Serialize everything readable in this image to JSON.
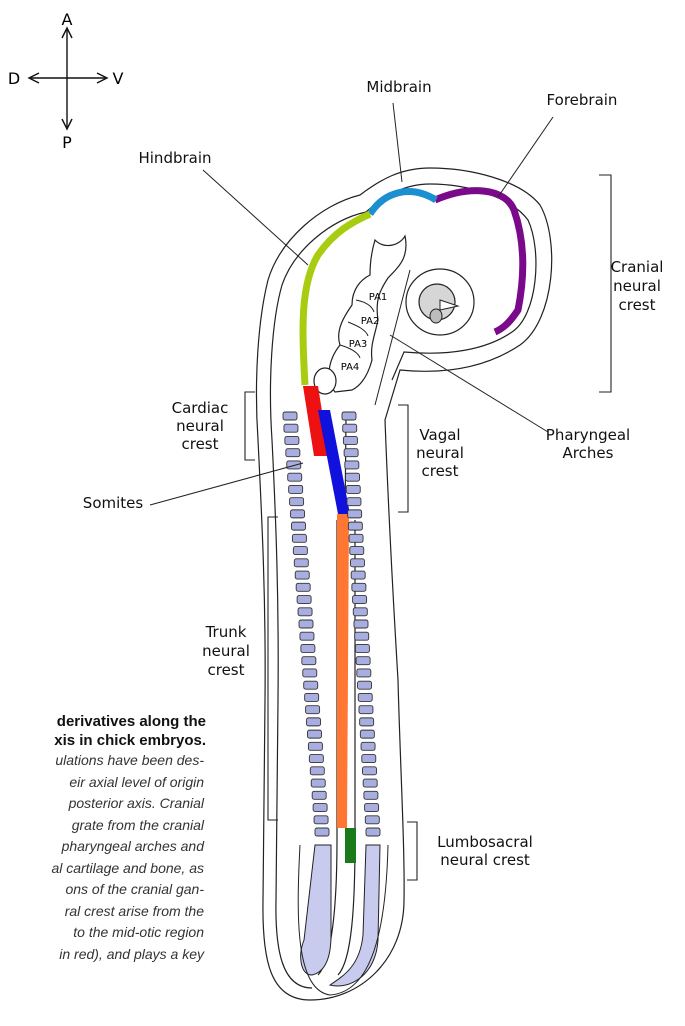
{
  "axes": {
    "anterior": "A",
    "posterior": "P",
    "dorsal": "D",
    "ventral": "V"
  },
  "labels": {
    "midbrain": "Midbrain",
    "forebrain": "Forebrain",
    "hindbrain": "Hindbrain",
    "cranial": [
      "Cranial",
      "neural",
      "crest"
    ],
    "cardiac": [
      "Cardiac",
      "neural",
      "crest"
    ],
    "vagal": [
      "Vagal",
      "neural",
      "crest"
    ],
    "pharyngeal": [
      "Pharyngeal",
      "Arches"
    ],
    "somites": "Somites",
    "trunk": [
      "Trunk",
      "neural",
      "crest"
    ],
    "lumbosacral": [
      "Lumbosacral",
      "neural crest"
    ],
    "arches": [
      "PA1",
      "PA2",
      "PA3",
      "PA4"
    ]
  },
  "colors": {
    "forebrain": "#7b0a8a",
    "midbrain": "#1c8fd0",
    "hindbrain": "#a8cc10",
    "cardiac": "#ee1111",
    "vagal": "#1111dd",
    "trunk": "#ff7733",
    "lumbosacral": "#1a7a1a",
    "somite": "#a9aee0"
  },
  "caption": {
    "title": [
      "derivatives along the",
      "xis in chick embryos."
    ],
    "body": [
      "ulations have been des-",
      "eir axial level of origin",
      "posterior axis. Cranial",
      "grate from the cranial",
      "pharyngeal arches and",
      "al cartilage and bone, as",
      "ons of the cranial gan-",
      "ral crest arise from the",
      "to the mid-otic region",
      "in red), and plays a key"
    ]
  }
}
